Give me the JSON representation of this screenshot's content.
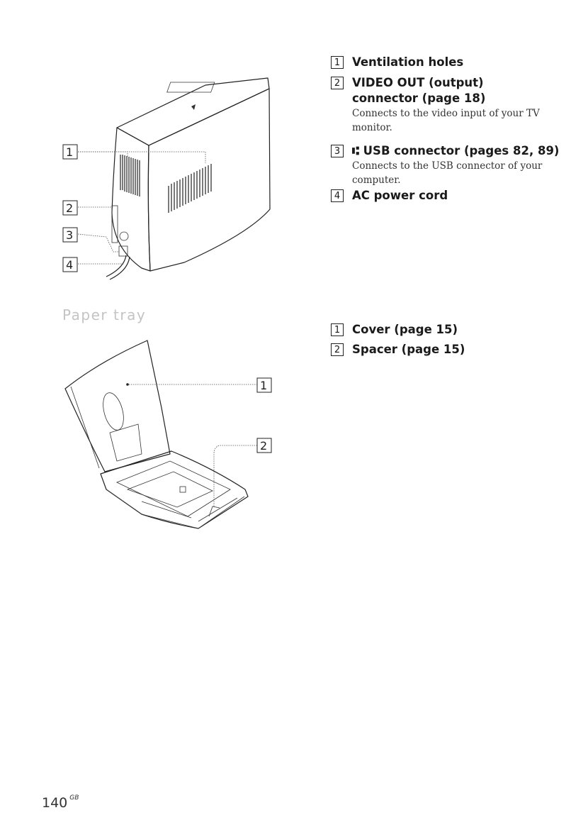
{
  "printer_callouts": [
    "1",
    "2",
    "3",
    "4"
  ],
  "printer_items": [
    {
      "num": "1",
      "title": "Ventilation holes",
      "desc": ""
    },
    {
      "num": "2",
      "title": "VIDEO OUT (output) connector (page 18)",
      "desc": "Connects to the video input of your TV monitor."
    },
    {
      "num": "3",
      "title": "USB connector (pages 82, 89)",
      "desc": "Connects to the USB connector of your computer."
    },
    {
      "num": "4",
      "title": "AC power cord",
      "desc": ""
    }
  ],
  "section_title": "Paper tray",
  "tray_callouts": [
    "1",
    "2"
  ],
  "tray_items": [
    {
      "num": "1",
      "title": "Cover (page 15)"
    },
    {
      "num": "2",
      "title": "Spacer (page 15)"
    }
  ],
  "page_number": "140",
  "page_suffix": "GB",
  "icons": {
    "usb": "usb-icon"
  }
}
